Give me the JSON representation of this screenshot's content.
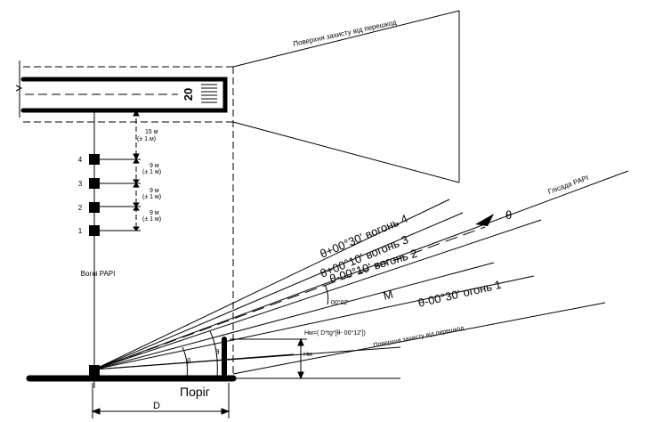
{
  "diagram": {
    "surface_top_label": "Поверхня захисту від перешкод",
    "surface_bottom_label": "Поверхня захисту від перешкод",
    "runway_number": "20",
    "light_numbers": [
      "4",
      "3",
      "2",
      "1"
    ],
    "offset_label": "15 м",
    "offset_tolerance": "(± 1 м)",
    "spacing_labels": [
      {
        "value": "9 м",
        "tolerance": "(± 1 м)"
      },
      {
        "value": "9 м",
        "tolerance": "(± 1 м)"
      },
      {
        "value": "9 м",
        "tolerance": "(± 1 м)"
      }
    ],
    "papi_lights_label": "Вогні PAPI",
    "glideslope_label": "Глісада PAPI",
    "theta_symbol": "θ",
    "beams": [
      "θ+00°30' вогонь 4",
      "θ+00°10' вогонь 3",
      "θ-00°10' вогонь 2",
      "M",
      "θ-00°30' огонь 1"
    ],
    "angle_label": "00°02'",
    "height_formula": "Hм=( D*tg*[θ- 00°12'])",
    "height_label": "Hм",
    "beta_label": "β",
    "theta_label": "θ",
    "threshold_label": "Поріг",
    "distance_label": "D"
  }
}
